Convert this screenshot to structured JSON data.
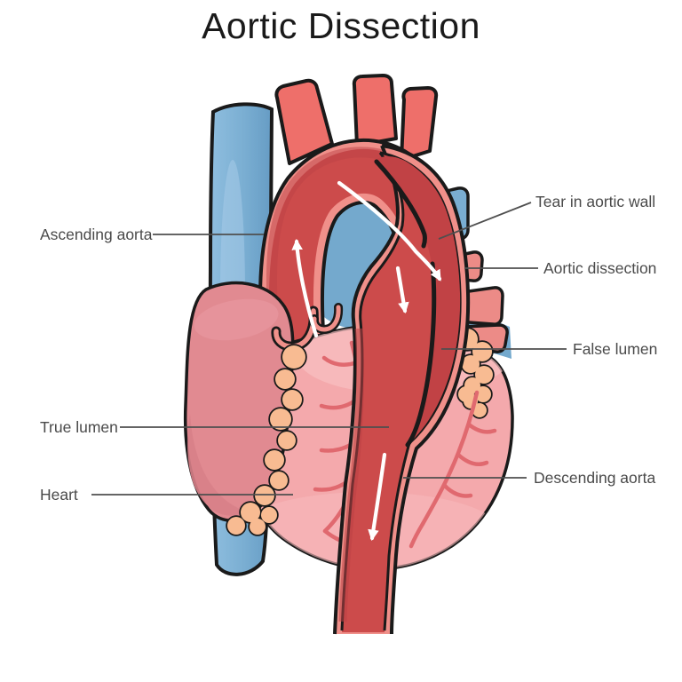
{
  "title": "Aortic Dissection",
  "labels": {
    "ascending_aorta": "Ascending aorta",
    "tear_in_aortic_wall": "Tear in aortic wall",
    "aortic_dissection": "Aortic dissection",
    "false_lumen": "False lumen",
    "true_lumen": "True lumen",
    "heart": "Heart",
    "descending_aorta": "Descending aorta"
  },
  "colors": {
    "background": "#ffffff",
    "outline": "#1a1a1a",
    "aorta_wall": "#f0908a",
    "aorta_branch": "#ee6f6a",
    "aorta_lumen": "#cc4b4b",
    "aorta_lumen_shadow": "#bc4245",
    "false_lumen": "#c14245",
    "vein_blue": "#7aaed2",
    "vein_blue_light": "#8fbedf",
    "vein_blue_dark": "#669cc4",
    "vein_blue_patch": "#74a9cd",
    "stub_red": "#ec8b87",
    "heart_pink": "#f4a9ac",
    "heart_pink_light": "#f8c0c2",
    "atrium_pink": "#e18a91",
    "atrium_pink_dark": "#d87f88",
    "fat_peach": "#f8bb92",
    "coronary_red": "#e0696f",
    "flow_arrow": "#ffffff",
    "label_text": "#4a4a4a",
    "leader_line": "#4f4f4f"
  }
}
